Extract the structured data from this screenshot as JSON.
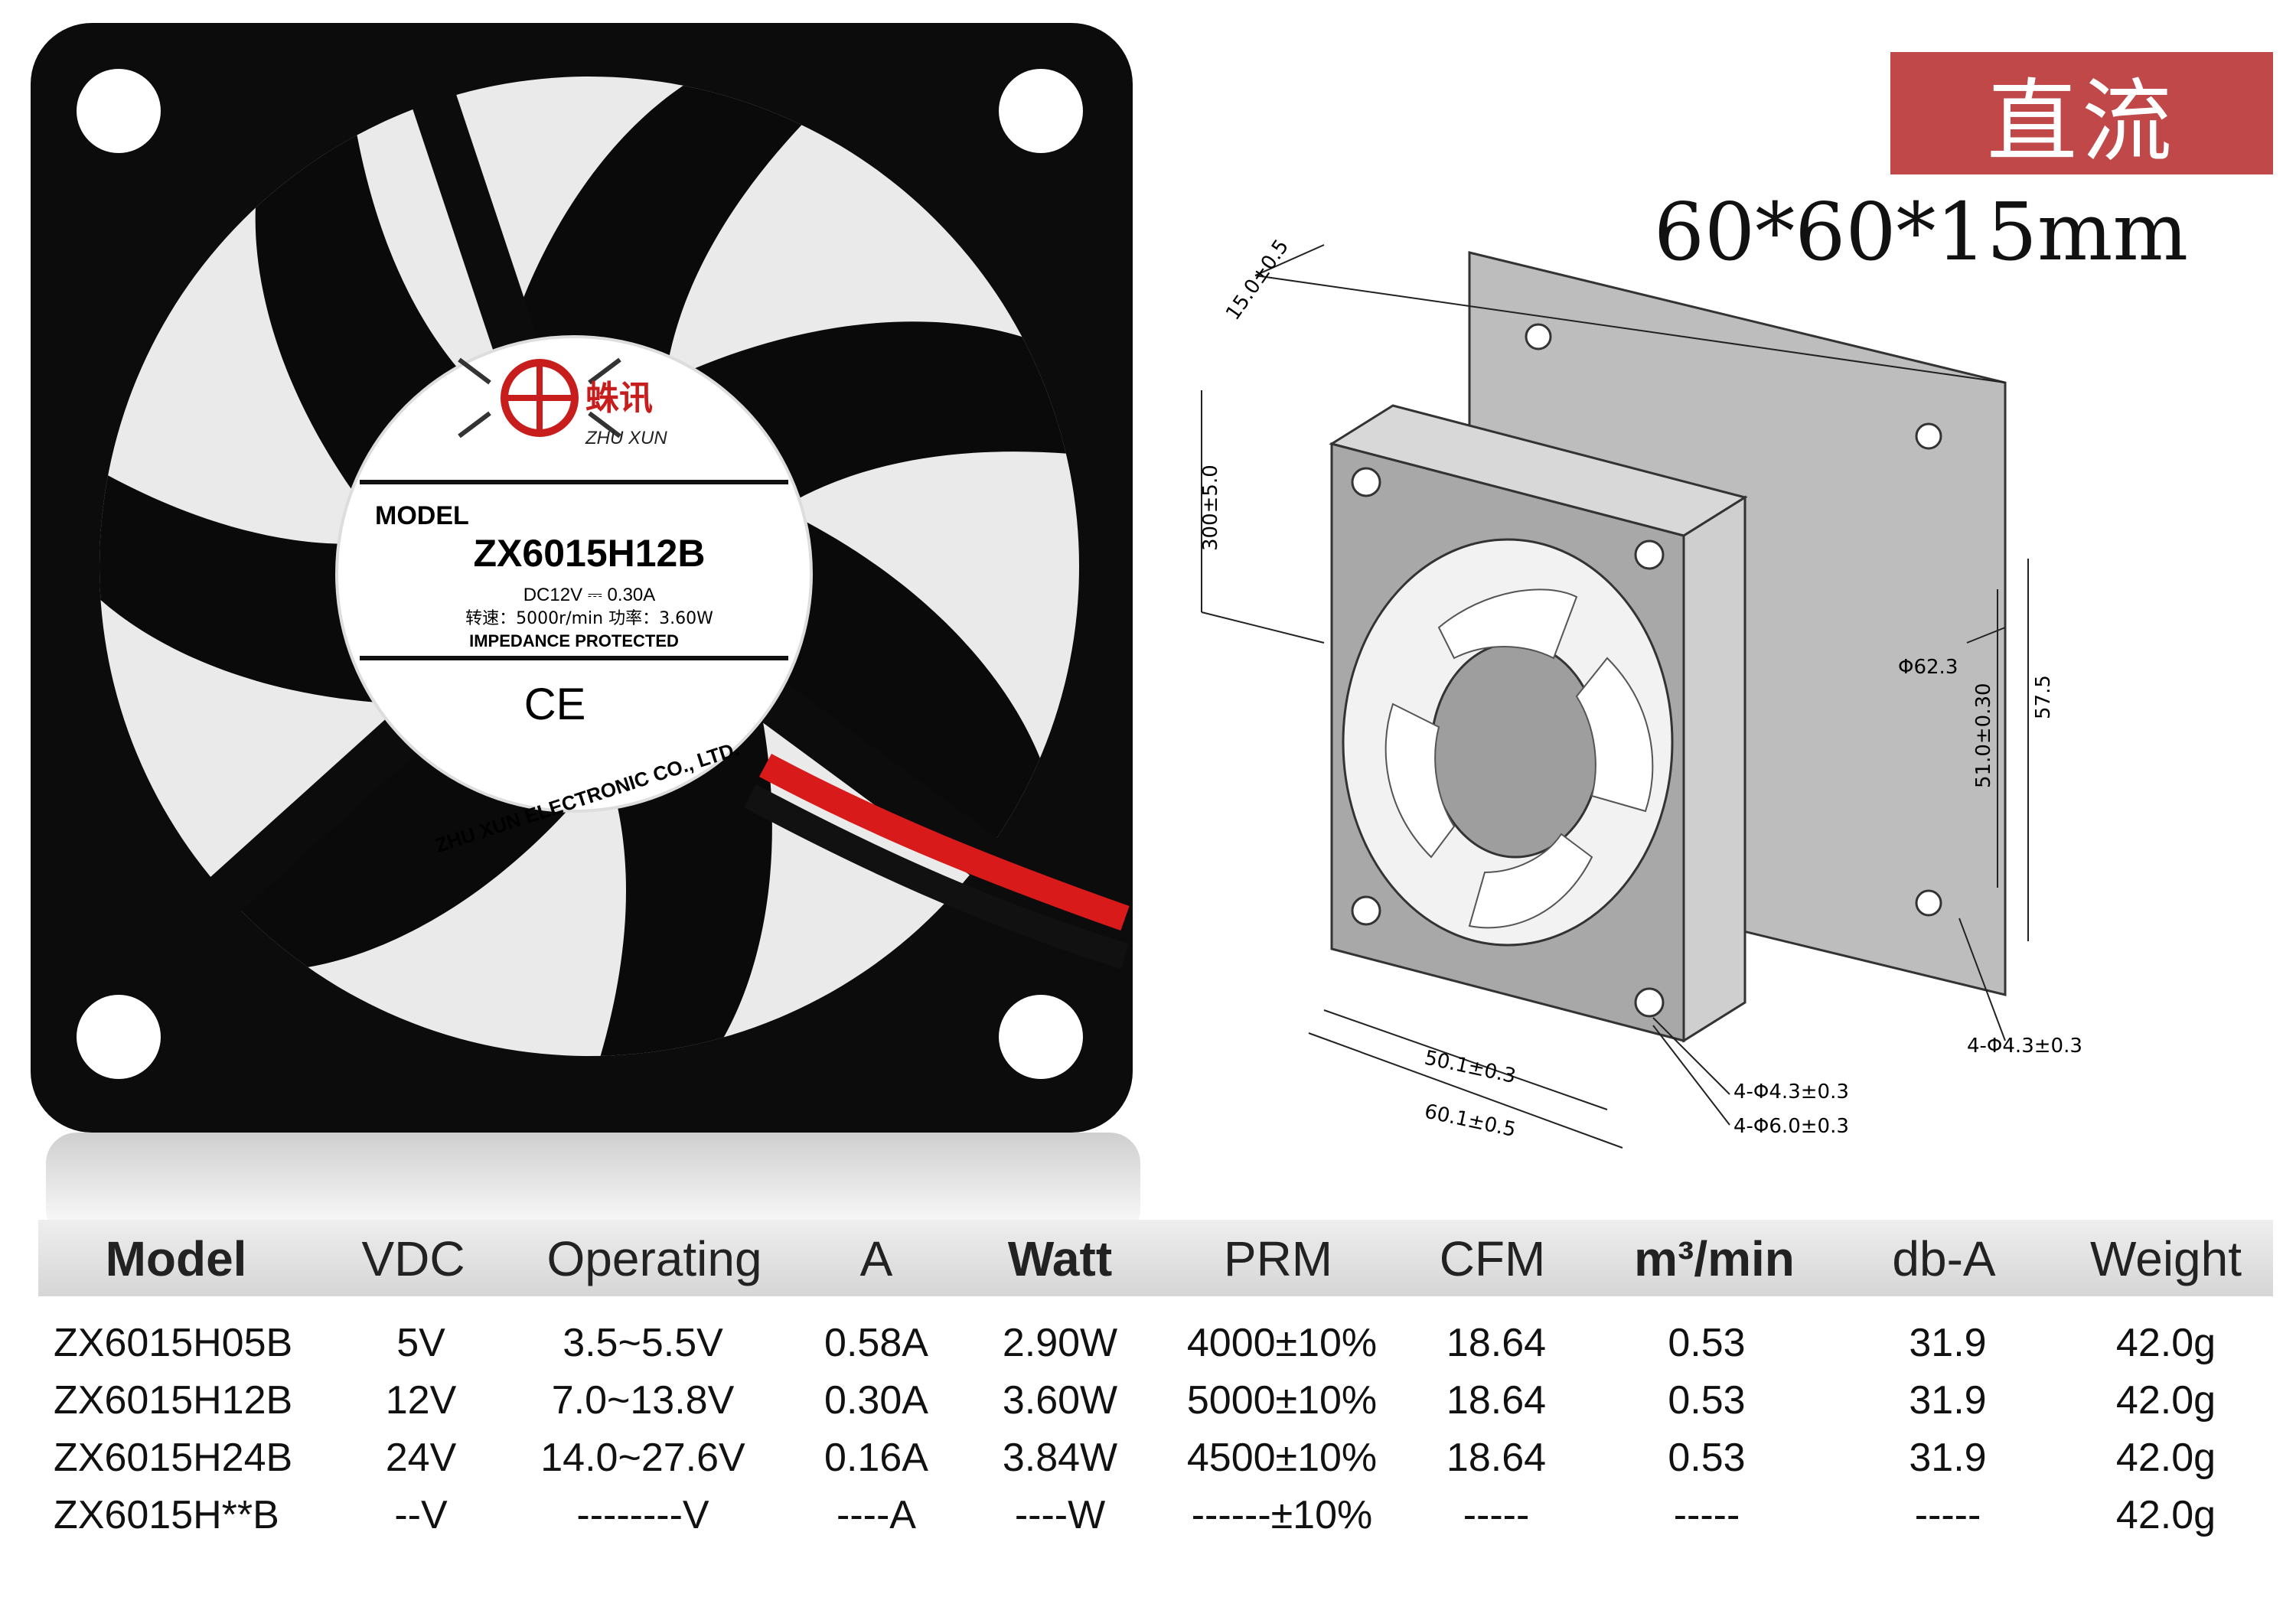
{
  "badge": "直流",
  "size_title": "60*60*15mm",
  "fan_label": {
    "brand_cn": "蛛讯",
    "brand_en": "ZHU XUN",
    "model_caption": "MODEL",
    "model": "ZX6015H12B",
    "rating": "DC12V ⎓ 0.30A",
    "speed_power": "转速：5000r/min  功率：3.60W",
    "protection": "IMPEDANCE PROTECTED",
    "ce": "CE",
    "company": "ZHU XUN ELECTRONIC CO., LTD."
  },
  "dimensions": {
    "thickness": "15.0±0.5",
    "wire_length": "300±5.0",
    "hole_spacing_v": "51.0±0.30",
    "frame_height": "57.5",
    "bore": "Φ62.3",
    "mount_holes_right": "4-Φ4.3±0.3",
    "hole_spacing_h": "50.1±0.3",
    "frame_width": "60.1±0.5",
    "mount_holes_a": "4-Φ4.3±0.3",
    "mount_holes_b": "4-Φ6.0±0.3"
  },
  "spec_table": {
    "headers": [
      "Model",
      "VDC",
      "Operating",
      "A",
      "Watt",
      "PRM",
      "CFM",
      "m³/min",
      "db-A",
      "Weight"
    ],
    "rows": [
      [
        "ZX6015H05B",
        "5V",
        "3.5~5.5V",
        "0.58A",
        "2.90W",
        "4000±10%",
        "18.64",
        "0.53",
        "31.9",
        "42.0g"
      ],
      [
        "ZX6015H12B",
        "12V",
        "7.0~13.8V",
        "0.30A",
        "3.60W",
        "5000±10%",
        "18.64",
        "0.53",
        "31.9",
        "42.0g"
      ],
      [
        "ZX6015H24B",
        "24V",
        "14.0~27.6V",
        "0.16A",
        "3.84W",
        "4500±10%",
        "18.64",
        "0.53",
        "31.9",
        "42.0g"
      ],
      [
        "ZX6015H**B",
        "--V",
        "--------V",
        "----A",
        "----W",
        "------±10%",
        "-----",
        "-----",
        "-----",
        "42.0g"
      ]
    ]
  }
}
